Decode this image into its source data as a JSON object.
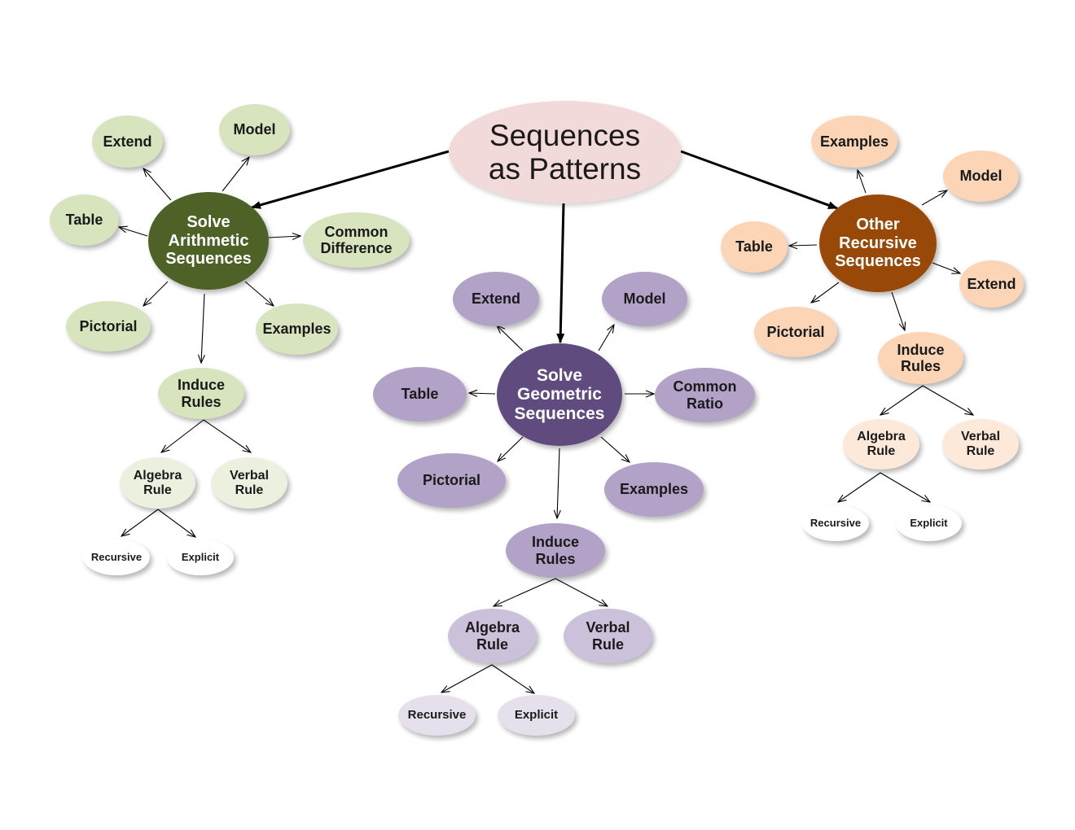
{
  "title": "Sequences\nas Patterns",
  "colors": {
    "root_fill": "#f2dadb",
    "green_hub": "#4e6127",
    "green_leaf": "#d7e4bd",
    "green_pale": "#ebf1de",
    "purple_hub": "#5f4b7e",
    "purple_leaf": "#b3a2c7",
    "purple_pale": "#ccc1da",
    "purple_paler": "#e6e0ec",
    "orange_hub": "#984807",
    "orange_leaf": "#fbd5b5",
    "orange_pale": "#fde9d9",
    "white_leaf": "#ffffff"
  },
  "branches": {
    "arithmetic": {
      "hub": "Solve\nArithmetic\nSequences",
      "extend": "Extend",
      "model": "Model",
      "table": "Table",
      "common": "Common\nDifference",
      "pictorial": "Pictorial",
      "examples": "Examples",
      "induce": "Induce\nRules",
      "algebra": "Algebra\nRule",
      "verbal": "Verbal\nRule",
      "recursive": "Recursive",
      "explicit": "Explicit"
    },
    "geometric": {
      "hub": "Solve\nGeometric\nSequences",
      "extend": "Extend",
      "model": "Model",
      "table": "Table",
      "common": "Common\nRatio",
      "pictorial": "Pictorial",
      "examples": "Examples",
      "induce": "Induce\nRules",
      "algebra": "Algebra\nRule",
      "verbal": "Verbal\nRule",
      "recursive": "Recursive",
      "explicit": "Explicit"
    },
    "recursive": {
      "hub": "Other\nRecursive\nSequences",
      "examples": "Examples",
      "model": "Model",
      "table": "Table",
      "extend": "Extend",
      "pictorial": "Pictorial",
      "induce": "Induce\nRules",
      "algebra": "Algebra\nRule",
      "verbal": "Verbal\nRule",
      "recursive": "Recursive",
      "explicit": "Explicit"
    }
  }
}
